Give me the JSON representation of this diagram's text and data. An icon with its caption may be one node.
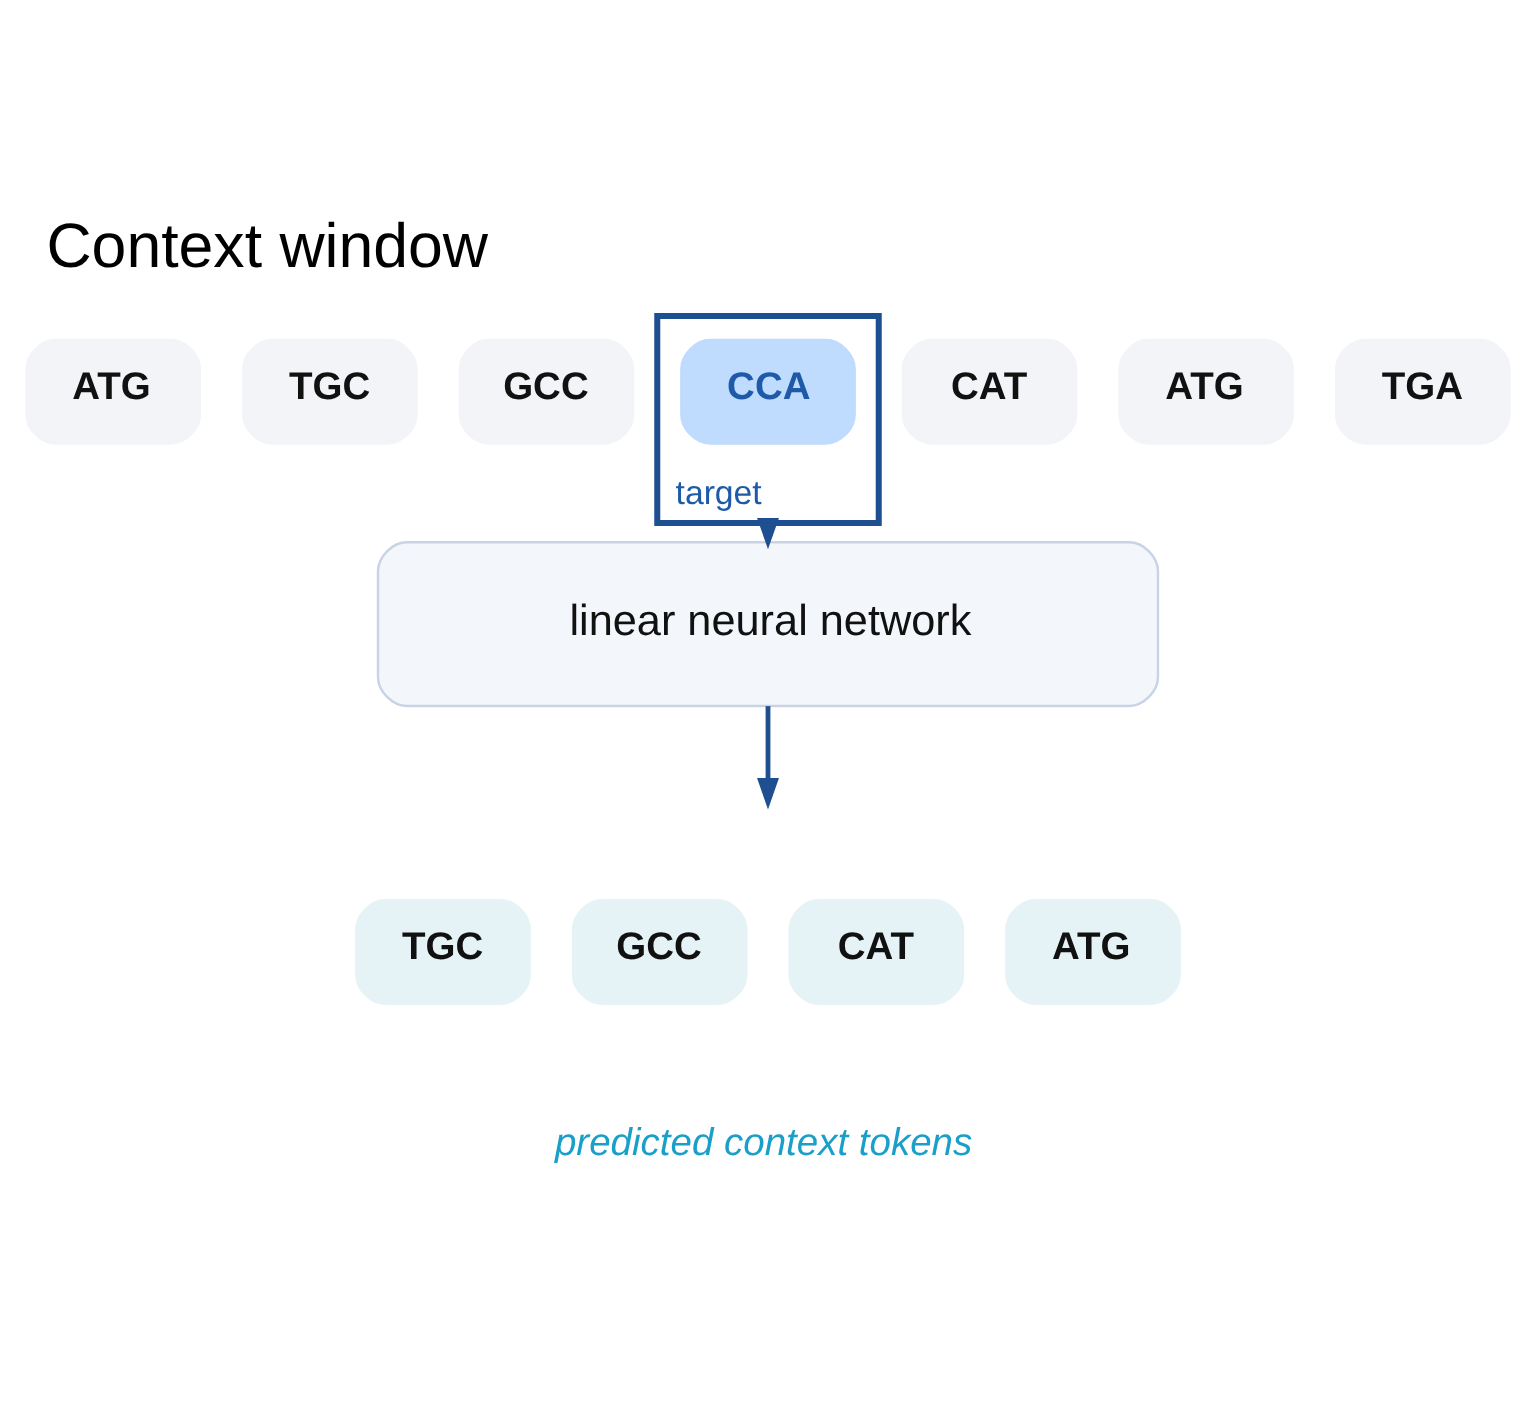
{
  "diagram": {
    "title": "Context window",
    "nodes": [
      {
        "text": [
          "ATG"
        ]
      },
      {
        "text": [
          "TGC"
        ]
      },
      {
        "text": [
          "GCC"
        ]
      },
      {
        "text": [
          "target"
        ]
      },
      {
        "text": [
          "CCA"
        ],
        "in": 3
      },
      {
        "text": [
          "CAT"
        ]
      },
      {
        "text": [
          "ATG"
        ]
      },
      {
        "text": [
          "TGA"
        ]
      },
      {
        "text": [
          "linear neural network"
        ]
      },
      {
        "text": [
          "TGC"
        ]
      },
      {
        "text": [
          "GCC"
        ]
      },
      {
        "text": [
          "CAT"
        ]
      },
      {
        "text": [
          "ATG"
        ]
      }
    ],
    "edges": [
      {
        "from": 3,
        "to": 8,
        "arrow": "to"
      },
      {
        "from": 8,
        "to": null,
        "arrow": "to"
      }
    ],
    "labels": [
      "predicted context tokens"
    ]
  }
}
